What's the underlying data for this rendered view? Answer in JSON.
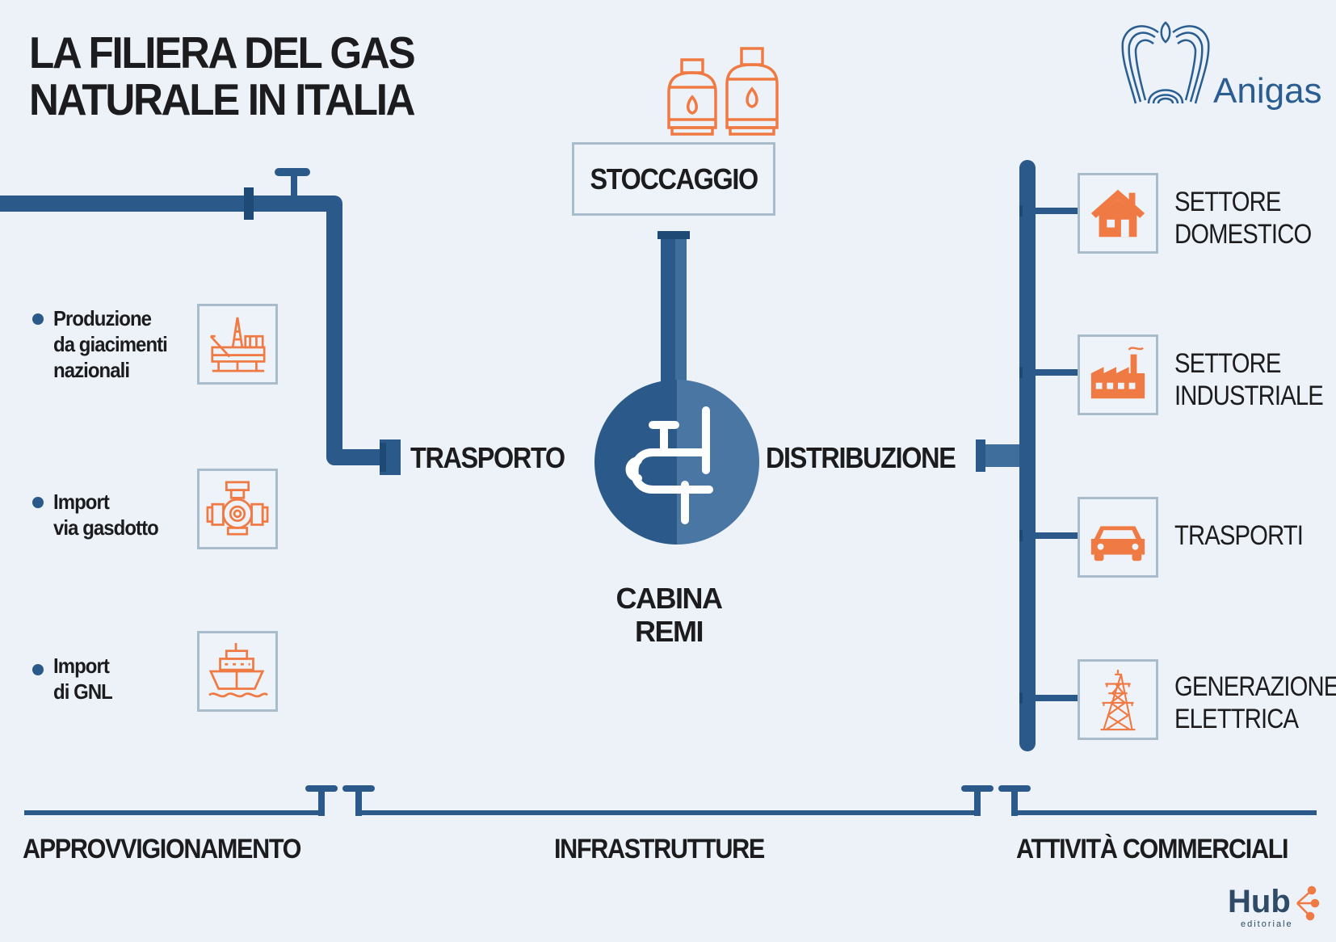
{
  "title": {
    "line1": "LA FILIERA DEL GAS",
    "line2": "NATURALE IN ITALIA"
  },
  "logo": {
    "name": "Anigas",
    "icon": "eagle-logo-icon"
  },
  "sources": [
    {
      "line1": "Produzione",
      "line2": "da giacimenti",
      "line3": "nazionali",
      "icon": "oil-platform-icon"
    },
    {
      "line1": "Import",
      "line2": "via gasdotto",
      "icon": "pipeline-valve-icon"
    },
    {
      "line1": "Import",
      "line2": "di GNL",
      "icon": "lng-ship-icon"
    }
  ],
  "nodes": {
    "storage": "STOCCAGGIO",
    "transport": "TRASPORTO",
    "distribution": "DISTRIBUZIONE",
    "cabina_line1": "CABINA",
    "cabina_line2": "REMI"
  },
  "sectors": [
    {
      "line1": "SETTORE",
      "line2": "DOMESTICO",
      "icon": "house-icon"
    },
    {
      "line1": "SETTORE",
      "line2": "INDUSTRIALE",
      "icon": "factory-icon"
    },
    {
      "line1": "TRASPORTI",
      "line2": "",
      "icon": "car-icon"
    },
    {
      "line1": "GENERAZIONE",
      "line2": "ELETTRICA",
      "icon": "power-pylon-icon"
    }
  ],
  "phases": {
    "supply": "APPROVVIGIONAMENTO",
    "infra": "INFRASTRUTTURE",
    "commercial": "ATTIVITÀ COMMERCIALI"
  },
  "credit": {
    "brand": "Hub",
    "sub": "editoriale"
  },
  "colors": {
    "pipe": "#2b5a8a",
    "pipe_light": "#3f6d9c",
    "icon_orange": "#f07a43",
    "box_border": "#a9bccb",
    "background": "#ecf2f7",
    "text": "#1c1c1e"
  }
}
